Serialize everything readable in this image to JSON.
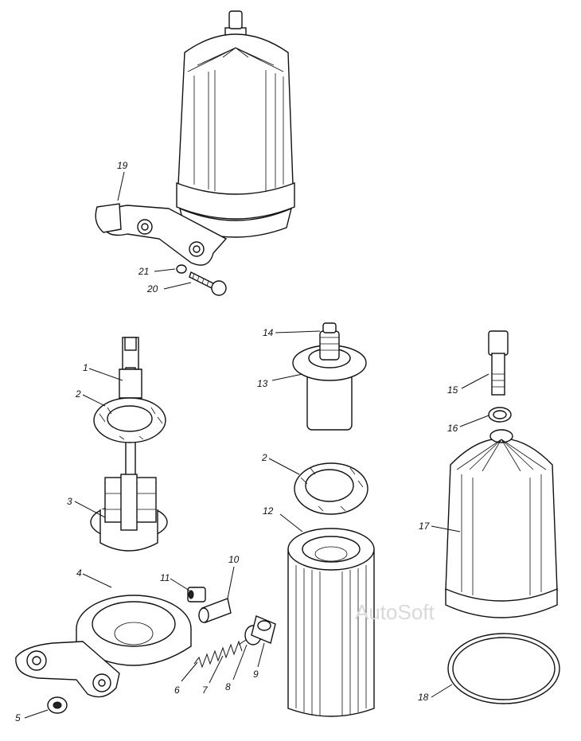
{
  "watermark": "AutoSoft",
  "callouts": [
    {
      "id": "c1",
      "label": "1"
    },
    {
      "id": "c2a",
      "label": "2"
    },
    {
      "id": "c2b",
      "label": "2"
    },
    {
      "id": "c3",
      "label": "3"
    },
    {
      "id": "c4",
      "label": "4"
    },
    {
      "id": "c5",
      "label": "5"
    },
    {
      "id": "c6",
      "label": "6"
    },
    {
      "id": "c7",
      "label": "7"
    },
    {
      "id": "c8",
      "label": "8"
    },
    {
      "id": "c9",
      "label": "9"
    },
    {
      "id": "c10",
      "label": "10"
    },
    {
      "id": "c11",
      "label": "11"
    },
    {
      "id": "c12",
      "label": "12"
    },
    {
      "id": "c13",
      "label": "13"
    },
    {
      "id": "c14",
      "label": "14"
    },
    {
      "id": "c15",
      "label": "15"
    },
    {
      "id": "c16",
      "label": "16"
    },
    {
      "id": "c17",
      "label": "17"
    },
    {
      "id": "c18",
      "label": "18"
    },
    {
      "id": "c19",
      "label": "19"
    },
    {
      "id": "c20",
      "label": "20"
    },
    {
      "id": "c21",
      "label": "21"
    }
  ]
}
